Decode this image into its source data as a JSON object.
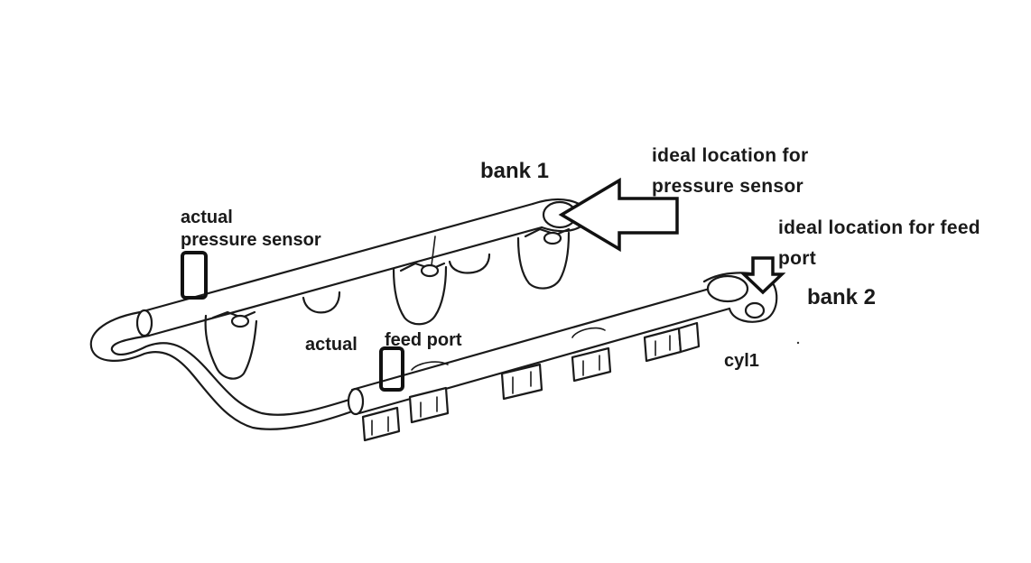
{
  "labels": {
    "bank1": "bank 1",
    "bank2": "bank 2",
    "ideal_sensor_line1": "ideal location for",
    "ideal_sensor_line2": "pressure sensor",
    "ideal_feed_line1": "ideal location for feed",
    "ideal_feed_line2": "port",
    "actual_sensor_line1": "actual",
    "actual_sensor_line2": "pressure sensor",
    "actual_feed_word": "actual",
    "feed_port": "feed port",
    "cyl1": "cyl1"
  }
}
